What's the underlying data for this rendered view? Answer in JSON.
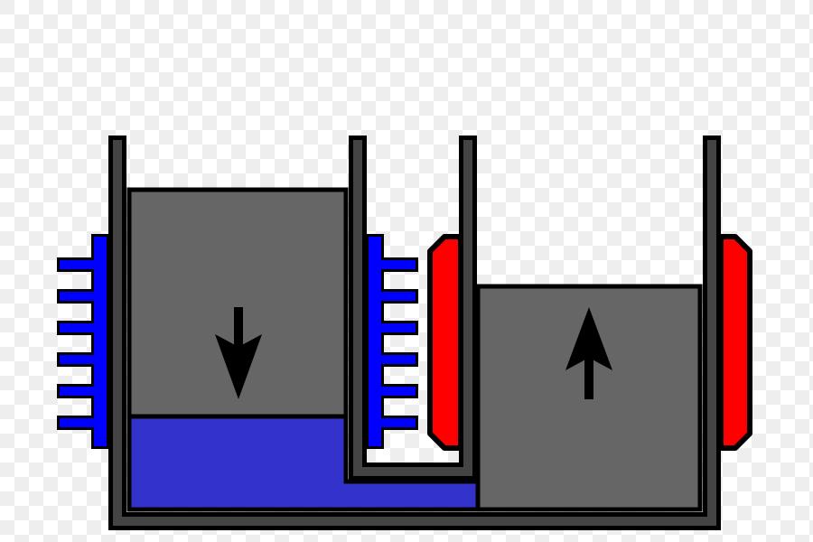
{
  "background": {
    "pattern": "transparency-checkerboard",
    "light": "#ffffff",
    "dark": "#eeeeee"
  },
  "colors": {
    "outline": "#000000",
    "cylinder_wall": "#444444",
    "piston": "#666666",
    "fluid": "#3333cc",
    "cold_fins": "#0000ff",
    "hot_heater": "#ff0000",
    "arrow": "#000000"
  },
  "diagram": {
    "components": [
      {
        "role": "cold-cylinder",
        "piston_direction": "down",
        "heat_exchanger": "cooling-fins",
        "fin_count_each_side": 6
      },
      {
        "role": "hot-cylinder",
        "piston_direction": "up",
        "heat_exchanger": "heater-pads"
      },
      {
        "role": "connecting-u-tube",
        "contains": "fluid"
      }
    ],
    "icons": [
      "arrow-down-icon",
      "arrow-up-icon"
    ]
  }
}
